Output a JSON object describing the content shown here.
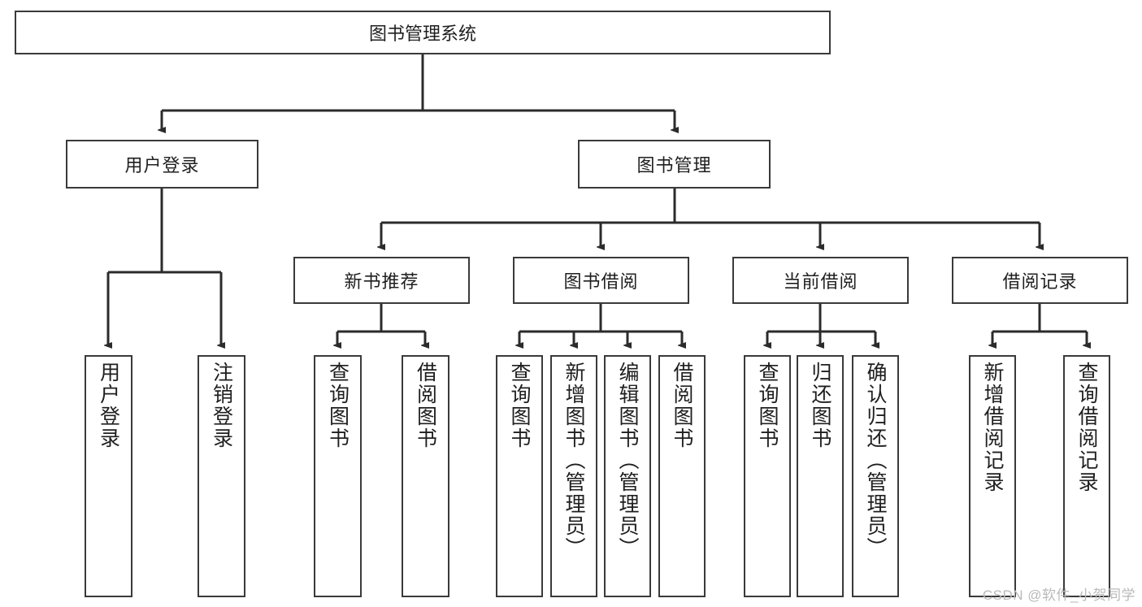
{
  "diagram": {
    "title": "图书管理系统",
    "type": "tree-hierarchy-chart",
    "colors": {
      "box_border": "#3a3a3a",
      "box_fill": "#ffffff",
      "connector": "#2b2b2b",
      "text": "#1f1f1f",
      "watermark": "#b9b9b9"
    },
    "root": {
      "label": "图书管理系统"
    },
    "level2": [
      {
        "label": "用户登录"
      },
      {
        "label": "图书管理"
      }
    ],
    "level3": [
      {
        "label": "新书推荐"
      },
      {
        "label": "图书借阅"
      },
      {
        "label": "当前借阅"
      },
      {
        "label": "借阅记录"
      }
    ],
    "leaves": {
      "user_login": [
        {
          "label": "用户登录"
        },
        {
          "label": "注销登录"
        }
      ],
      "new_book_recommend": [
        {
          "label": "查询图书"
        },
        {
          "label": "借阅图书"
        }
      ],
      "book_borrow": [
        {
          "label": "查询图书"
        },
        {
          "label": "新增图书（管理员）"
        },
        {
          "label": "编辑图书（管理员）"
        },
        {
          "label": "借阅图书"
        }
      ],
      "current_borrow": [
        {
          "label": "查询图书"
        },
        {
          "label": "归还图书"
        },
        {
          "label": "确认归还（管理员）"
        }
      ],
      "borrow_record": [
        {
          "label": "新增借阅记录"
        },
        {
          "label": "查询借阅记录"
        }
      ]
    },
    "watermark": "CSDN @软件_小贺同学"
  }
}
